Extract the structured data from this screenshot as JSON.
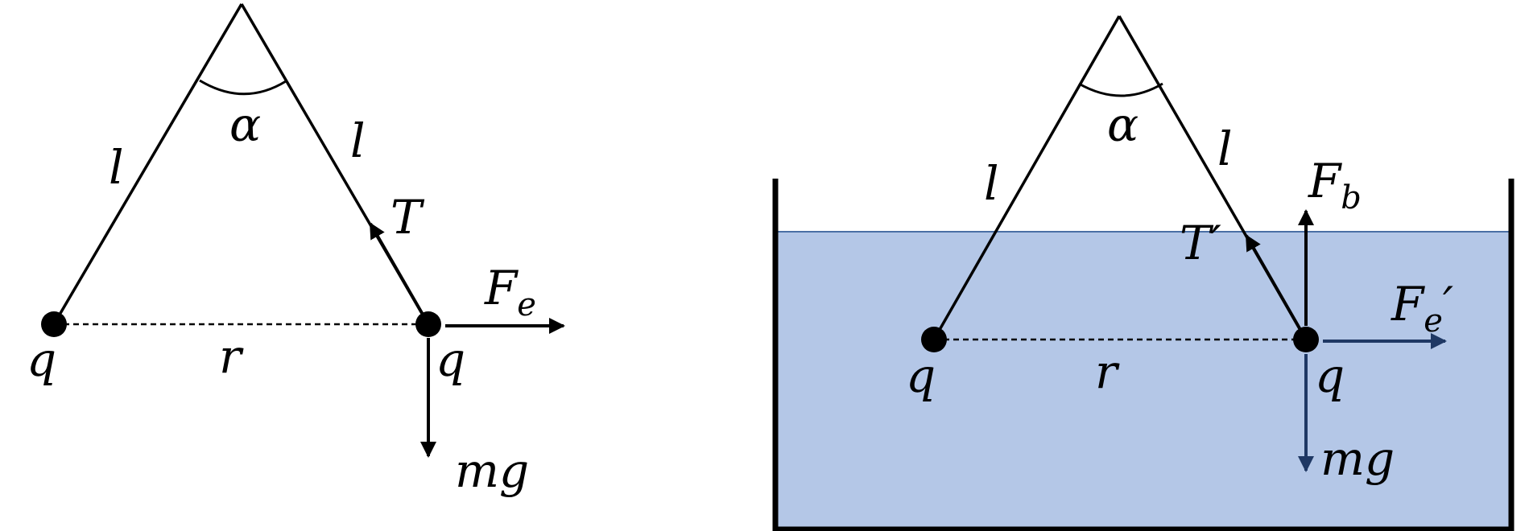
{
  "left": {
    "string_left": "l",
    "string_right": "l",
    "angle": "α",
    "tension": "T",
    "electric_force": {
      "symbol": "F",
      "subscript": "e",
      "prime": ""
    },
    "gravity": "mg",
    "charge_left": "q",
    "charge_right": "q",
    "separation": "r"
  },
  "right": {
    "string_left": "l",
    "string_right": "l",
    "angle": "α",
    "tension": "T′",
    "buoyancy": {
      "symbol": "F",
      "subscript": "b"
    },
    "electric_force": {
      "symbol": "F",
      "subscript": "e",
      "prime": "′"
    },
    "gravity": "mg",
    "charge_left": "q",
    "charge_right": "q",
    "separation": "r"
  },
  "colors": {
    "ink": "#000000",
    "liquid": "#b4c7e7",
    "liquid_border": "#4a6fa5",
    "container": "#000000",
    "force_submerged": "#1f3864"
  }
}
